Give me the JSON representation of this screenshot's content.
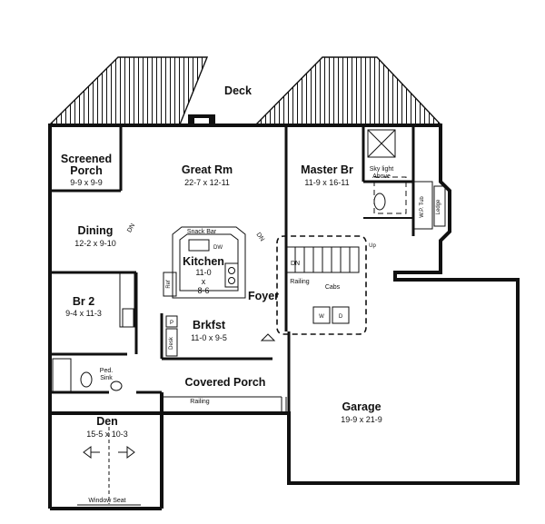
{
  "rooms": {
    "deck": {
      "name": "Deck"
    },
    "screened_porch": {
      "name_line1": "Screened",
      "name_line2": "Porch",
      "dims": "9-9 x 9-9"
    },
    "great_room": {
      "name": "Great Rm",
      "dims": "22-7 x 12-11"
    },
    "master_bedroom": {
      "name": "Master Br",
      "dims": "11-9 x 16-11"
    },
    "dining": {
      "name": "Dining",
      "dims": "12-2 x 9-10"
    },
    "kitchen": {
      "name": "Kitchen",
      "dims_line1": "11-0",
      "dims_line2": "x",
      "dims_line3": "8-6"
    },
    "bedroom_2": {
      "name": "Br 2",
      "dims": "9-4 x 11-3"
    },
    "foyer": {
      "name": "Foyer"
    },
    "breakfast": {
      "name": "Brkfst",
      "dims": "11-0 x 9-5"
    },
    "covered_porch": {
      "name": "Covered Porch"
    },
    "garage": {
      "name": "Garage",
      "dims": "19-9 x 21-9"
    },
    "den": {
      "name": "Den",
      "dims": "15-5 x 10-3"
    }
  },
  "labels": {
    "skylight_line1": "Sky light",
    "skylight_line2": "Above",
    "wp_tub": "W.P. Tub",
    "ledge": "Ledge",
    "snack_bar": "Snack Bar",
    "dw": "DW",
    "ref": "Ref",
    "railing_stair": "Railing",
    "cabs": "Cabs",
    "dn_stair": "DN",
    "dn_dining": "DN",
    "dn_great": "DN",
    "up": "Up",
    "desk": "Desk",
    "pantry": "P",
    "ped_sink_line1": "Ped.",
    "ped_sink_line2": "Sink",
    "railing_porch": "Railing",
    "window_seat": "Window Seat",
    "washer": "W",
    "dryer": "D"
  }
}
